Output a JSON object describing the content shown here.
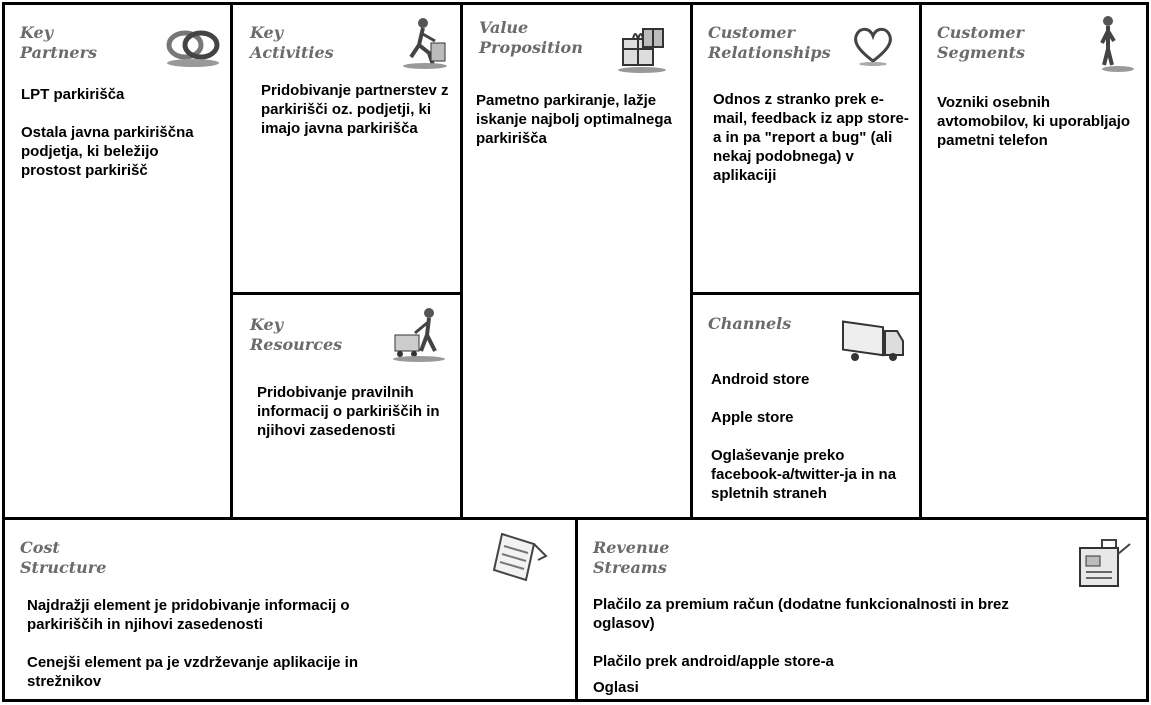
{
  "sections": {
    "key_partners": {
      "title": "Key\nPartners",
      "items": [
        "LPT parkirišča",
        "Ostala javna parkiriščna podjetja, ki beležijo prostost parkirišč"
      ]
    },
    "key_activities": {
      "title": "Key\nActivities",
      "items": [
        "Pridobivanje partnerstev z parkirišči oz. podjetji, ki imajo javna parkirišča"
      ]
    },
    "key_resources": {
      "title": "Key\nResources",
      "items": [
        "Pridobivanje pravilnih informacij o parkiriščih in njihovi zasedenosti"
      ]
    },
    "value_proposition": {
      "title": "Value\nProposition",
      "items": [
        "Pametno parkiranje, lažje iskanje najbolj optimalnega parkirišča"
      ]
    },
    "customer_relationships": {
      "title": "Customer\nRelationships",
      "items": [
        "Odnos z stranko prek e-mail, feedback iz app store-a in pa \"report a bug\" (ali nekaj podobnega) v aplikaciji"
      ]
    },
    "channels": {
      "title": "Channels",
      "items": [
        "Android store",
        "Apple store",
        "Oglaševanje preko facebook-a/twitter-ja in na spletnih straneh"
      ]
    },
    "customer_segments": {
      "title": "Customer\nSegments",
      "items": [
        "Vozniki osebnih avtomobilov, ki uporabljajo pametni telefon"
      ]
    },
    "cost_structure": {
      "title": "Cost\nStructure",
      "items": [
        "Najdražji element je pridobivanje informacij o parkiriščih in njihovi zasedenosti",
        "Cenejši element pa je vzdrževanje aplikacije in strežnikov"
      ]
    },
    "revenue_streams": {
      "title": "Revenue\nStreams",
      "items": [
        "Plačilo za premium račun (dodatne funkcionalnosti in brez oglasov)",
        "Plačilo prek android/apple store-a",
        "Oglasi"
      ]
    }
  },
  "icons": {
    "key_partners": "chain-links-icon",
    "key_activities": "worker-kneeling-icon",
    "key_resources": "worker-with-cart-icon",
    "value_proposition": "gift-boxes-icon",
    "customer_relationships": "heart-icon",
    "channels": "delivery-truck-icon",
    "customer_segments": "standing-person-icon",
    "cost_structure": "price-tag-receipt-icon",
    "revenue_streams": "cash-register-icon"
  }
}
